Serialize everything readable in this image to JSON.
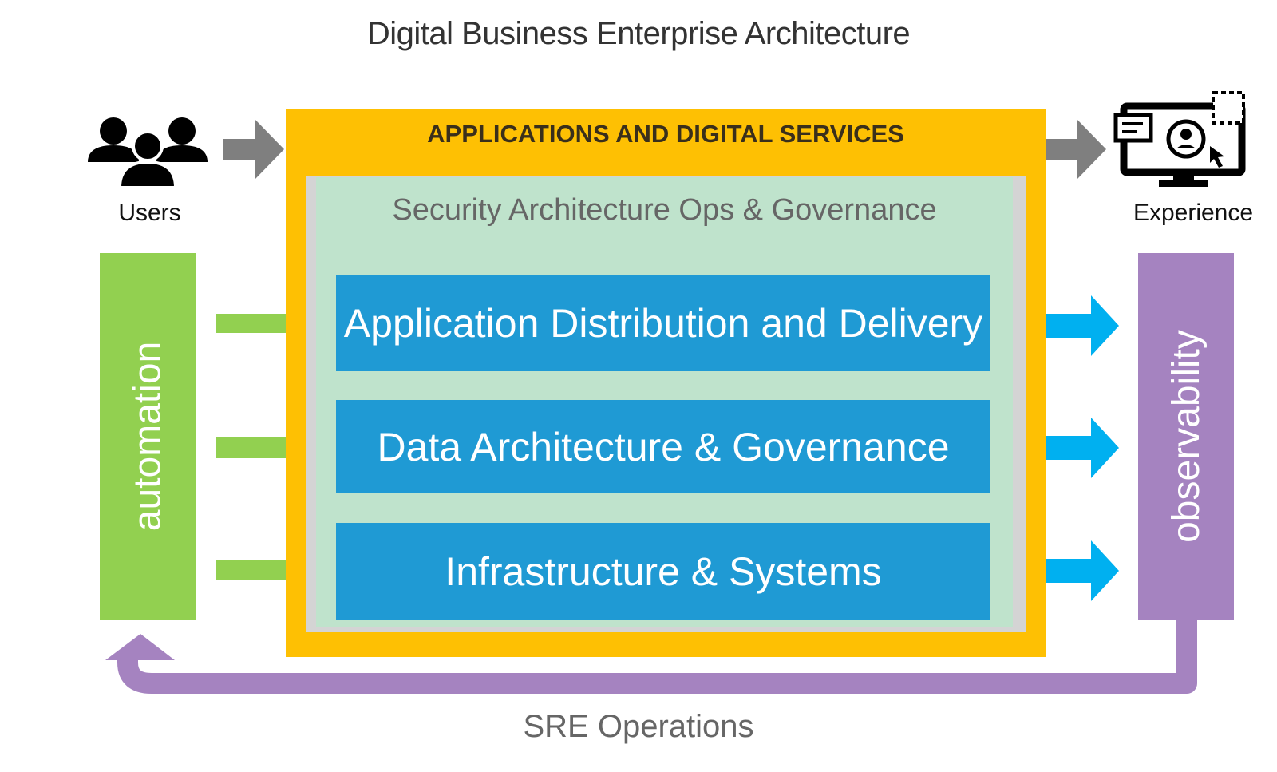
{
  "title": "Digital Business Enterprise Architecture",
  "users": {
    "label": "Users",
    "icon": "users-group-icon"
  },
  "experience": {
    "label": "Experience",
    "icon": "monitor-user-icon"
  },
  "outer_box": {
    "title": "APPLICATIONS AND DIGITAL SERVICES",
    "color": "#fec003"
  },
  "security": {
    "label": "Security Architecture Ops & Governance",
    "color": "#bfe3cc"
  },
  "layers": [
    {
      "label": "Application Distribution and Delivery"
    },
    {
      "label": "Data Architecture & Governance"
    },
    {
      "label": "Infrastructure & Systems"
    }
  ],
  "automation": {
    "label": "automation",
    "color": "#92d050"
  },
  "observability": {
    "label": "observability",
    "color": "#a583c0"
  },
  "sre": {
    "label": "SRE Operations"
  },
  "colors": {
    "layer_blue": "#1f9ad4",
    "output_arrow": "#00b0f0",
    "input_arrow": "#92d050",
    "flow_arrow": "#7f7f7f",
    "loop_arrow": "#a583c0"
  }
}
